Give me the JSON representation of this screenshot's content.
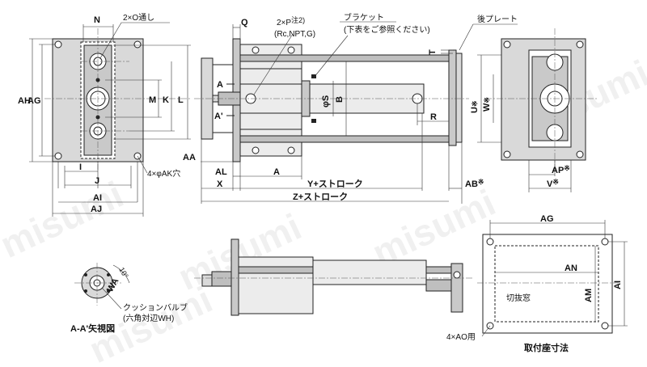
{
  "labels": {
    "N": "N",
    "O_holes": "2×O通し",
    "AH": "AH",
    "AG": "AG",
    "M": "M",
    "K": "K",
    "L": "L",
    "I": "I",
    "J": "J",
    "AI": "AI",
    "AJ": "AJ",
    "AK_holes": "4×φAK穴",
    "AA": "AA",
    "Q": "Q",
    "P_port": "2×P",
    "P_note": "注2)",
    "P_thread": "(Rc,NPT,G)",
    "bracket": "ブラケット",
    "bracket_note": "(下表をご参照ください)",
    "rear_plate": "後プレート",
    "T": "T",
    "A_mark": "A",
    "A_prime": "A'",
    "S": "φS",
    "B": "B",
    "R": "R",
    "AL": "AL",
    "A_dim": "A",
    "X": "X",
    "Y_stroke": "Y+ストローク",
    "Z_stroke": "Z+ストローク",
    "AB": "AB",
    "U": "U",
    "W": "W",
    "AP": "AP",
    "V": "V",
    "note_mark": "※",
    "AG2": "AG",
    "AN": "AN",
    "AM": "AM",
    "AI2": "AI",
    "cutout": "切抜窓",
    "AO_holes": "4×AO用",
    "mount_title": "取付座寸法",
    "section_title": "A-A'矢視図",
    "cushion_valve": "クッションバルブ",
    "cushion_valve_note": "(六角対辺WH)",
    "WA": "WA",
    "angle": "10°",
    "watermark": "misumi"
  },
  "colors": {
    "plate": "#d9d9d9",
    "body": "#ececec",
    "rod": "#bfbfbf",
    "line": "#222222"
  }
}
